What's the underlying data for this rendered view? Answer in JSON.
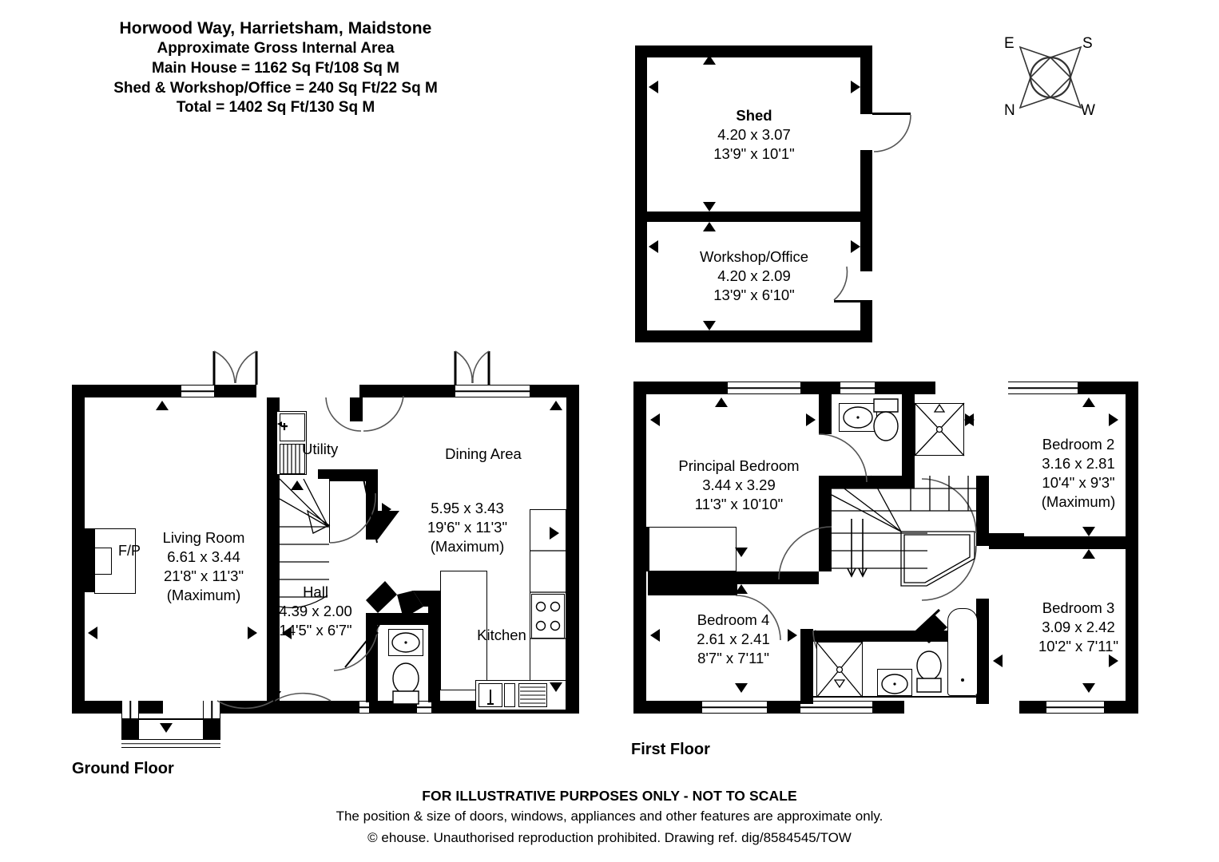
{
  "header": {
    "address": "Horwood Way, Harrietsham, Maidstone",
    "area_title": "Approximate Gross Internal Area",
    "main_house": "Main House = 1162 Sq Ft/108 Sq M",
    "outbuildings": "Shed & Workshop/Office = 240 Sq Ft/22 Sq M",
    "total": "Total = 1402 Sq Ft/130 Sq M"
  },
  "compass": {
    "top_left": "E",
    "top_right": "S",
    "bottom_left": "N",
    "bottom_right": "W"
  },
  "floors": {
    "ground_label": "Ground Floor",
    "first_label": "First Floor"
  },
  "outbuilding": {
    "rooms": [
      {
        "name": "Shed",
        "metric": "4.20 x 3.07",
        "imperial": "13'9\" x 10'1\""
      },
      {
        "name": "Workshop/Office",
        "metric": "4.20 x 2.09",
        "imperial": "13'9\" x 6'10\""
      }
    ]
  },
  "ground_floor": {
    "rooms": [
      {
        "name": "Living Room",
        "metric": "6.61 x 3.44",
        "imperial": "21'8\" x 11'3\"",
        "note": "(Maximum)"
      },
      {
        "name": "Hall",
        "metric": "4.39 x 2.00",
        "imperial": "14'5\" x 6'7\"",
        "note": ""
      },
      {
        "name": "Dining Area",
        "metric": "5.95 x 3.43",
        "imperial": "19'6\" x 11'3\"",
        "note": "(Maximum)"
      },
      {
        "name": "Kitchen",
        "metric": "",
        "imperial": "",
        "note": ""
      },
      {
        "name": "Utility",
        "metric": "",
        "imperial": "",
        "note": ""
      }
    ],
    "fireplace_label": "F/P"
  },
  "first_floor": {
    "rooms": [
      {
        "name": "Principal Bedroom",
        "metric": "3.44 x 3.29",
        "imperial": "11'3\" x 10'10\"",
        "note": ""
      },
      {
        "name": "Bedroom 2",
        "metric": "3.16 x 2.81",
        "imperial": "10'4\" x 9'3\"",
        "note": "(Maximum)"
      },
      {
        "name": "Bedroom 3",
        "metric": "3.09 x 2.42",
        "imperial": "10'2\" x 7'11\"",
        "note": ""
      },
      {
        "name": "Bedroom 4",
        "metric": "2.61 x 2.41",
        "imperial": "8'7\" x 7'11\"",
        "note": ""
      }
    ]
  },
  "footer": {
    "line1": "FOR ILLUSTRATIVE PURPOSES ONLY - NOT TO SCALE",
    "line2": "The position & size of doors, windows, appliances and other features are approximate only.",
    "line3": "© ehouse. Unauthorised reproduction prohibited. Drawing ref. dig/8584545/TOW"
  },
  "colors": {
    "ink": "#000000",
    "paper": "#ffffff"
  }
}
